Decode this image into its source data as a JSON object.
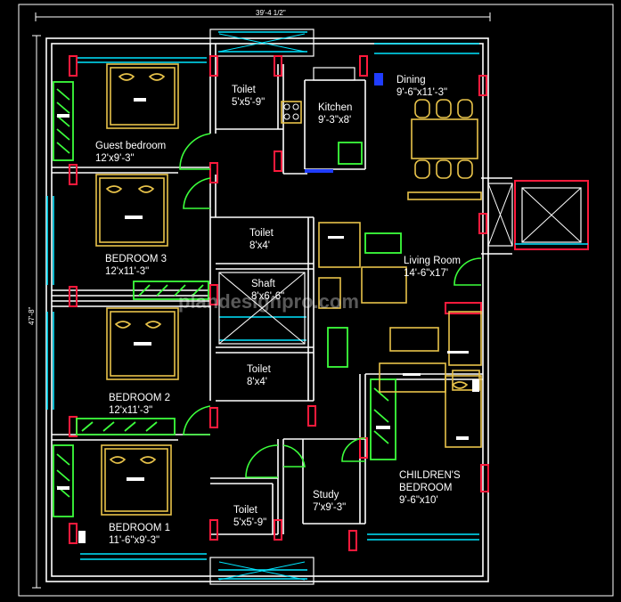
{
  "dimensions": {
    "top": "39'-4 1/2\"",
    "left": "47'-8\""
  },
  "watermark": "plandesignpro.com",
  "rooms": {
    "toilet_top": {
      "name": "Toilet",
      "size": "5'x5'-9\""
    },
    "kitchen": {
      "name": "Kitchen",
      "size": "9'-3\"x8'"
    },
    "dining": {
      "name": "Dining",
      "size": "9'-6\"x11'-3\""
    },
    "guest_bedroom": {
      "name": "Guest bedroom",
      "size": "12'x9'-3\""
    },
    "toilet_mid_upper": {
      "name": "Toilet",
      "size": "8'x4'"
    },
    "bedroom3": {
      "name": "BEDROOM 3",
      "size": "12'x11'-3\""
    },
    "living_room": {
      "name": "Living Room",
      "size": "14'-6\"x17'"
    },
    "shaft": {
      "name": "Shaft",
      "size": "8'x6'-6\""
    },
    "toilet_mid_lower": {
      "name": "Toilet",
      "size": "8'x4'"
    },
    "bedroom2": {
      "name": "BEDROOM 2",
      "size": "12'x11'-3\""
    },
    "childrens_bedroom": {
      "name": "CHILDREN'S",
      "name2": "BEDROOM",
      "size": "9'-6\"x10'"
    },
    "study": {
      "name": "Study",
      "size": "7'x9'-3\""
    },
    "toilet_bottom": {
      "name": "Toilet",
      "size": "5'x5'-9\""
    },
    "bedroom1": {
      "name": "BEDROOM 1",
      "size": "11'-6\"x9'-3\""
    }
  }
}
